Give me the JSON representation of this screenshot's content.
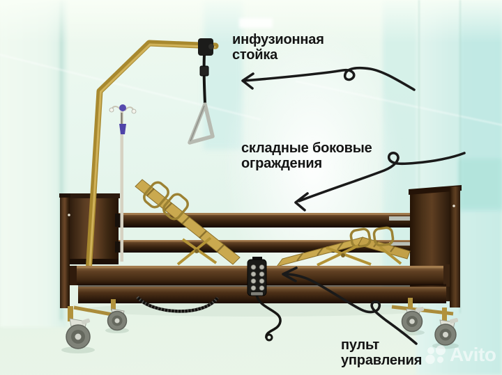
{
  "scene": {
    "subject": "electric hospital bed with raised backrest and leg sections in a bright clinic corridor",
    "parts": [
      "infusion-stand",
      "trapeze-lifting-pole",
      "trapeze-handle",
      "folding-side-rails",
      "headboard",
      "footboard",
      "control-remote",
      "casters",
      "spiral-cable"
    ]
  },
  "annotations": {
    "infusion_stand": {
      "line1": "инфузионная",
      "line2": "стойка"
    },
    "side_rails": {
      "line1": "складные боковые",
      "line2": "ограждения"
    },
    "remote": {
      "line1": "пульт",
      "line2": "управления"
    }
  },
  "watermark": {
    "brand": "Avito"
  },
  "colors": {
    "label_text": "#141414",
    "arrow_black": "#1a1a1a",
    "background_mint": "#e6f5ec",
    "wall_cyan": "#cdeee7",
    "wood_brown_dark": "#3a2412",
    "wood_brown_mid": "#5f4023",
    "gold_brass": "#b2923f",
    "lattice_gold": "#c9a84e",
    "wheel_gray": "#7f8278",
    "remote_black": "#1b1b18",
    "watermark_white": "rgba(255,255,255,0.58)"
  }
}
